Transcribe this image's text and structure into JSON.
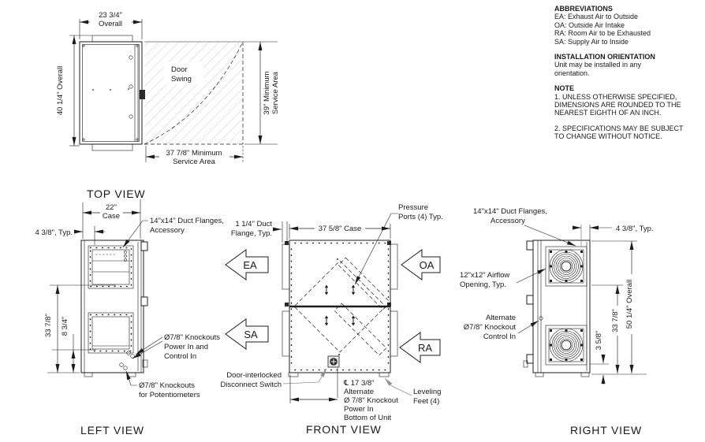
{
  "notes": {
    "abbreviations_title": "ABBREVIATIONS",
    "abbreviations": [
      "EA: Exhaust Air to Outside",
      "OA: Outside Air Intake",
      "RA: Room Air to be Exhausted",
      "SA: Supply Air to Inside"
    ],
    "installation_title": "INSTALLATION ORIENTATION",
    "installation": [
      "Unit may be installed in any",
      "orientation."
    ],
    "note_title": "NOTE",
    "note1": [
      "1. UNLESS OTHERWISE SPECIFIED,",
      "DIMENSIONS ARE ROUNDED TO THE",
      "NEAREST EIGHTH OF AN INCH."
    ],
    "note2": [
      "2. SPECIFICATIONS MAY BE SUBJECT",
      "TO CHANGE WITHOUT NOTICE."
    ]
  },
  "top_view": {
    "title": "TOP VIEW",
    "dim_overall_width": [
      "23 3/4\"",
      "Overall"
    ],
    "dim_overall_depth": "40 1/4\" Overall",
    "door_swing": [
      "Door",
      "Swing"
    ],
    "dim_service_right": [
      "39\" Minimum",
      "Service Area"
    ],
    "dim_service_bottom": [
      "37 7/8\" Minimum",
      "Service Area"
    ]
  },
  "left_view": {
    "title": "LEFT VIEW",
    "dim_case": [
      "22\"",
      "Case"
    ],
    "dim_flange_offset": "4 3/8\", Typ.",
    "callout_duct_flanges": [
      "14\"x14\" Duct Flanges,",
      "Accessory"
    ],
    "dim_33": "33 7/8\"",
    "dim_8": "8 3/4\"",
    "callout_knockouts_power": [
      "Ø7/8\" Knockouts",
      "Power In and",
      "Control In"
    ],
    "callout_knockouts_pot": [
      "Ø7/8\" Knockouts",
      "for Potentiometers"
    ]
  },
  "front_view": {
    "title": "FRONT VIEW",
    "dim_duct_flange": [
      "1 1/4\" Duct",
      "Flange, Typ."
    ],
    "dim_case": "37 5/8\" Case",
    "callout_pressure": [
      "Pressure",
      "Ports (4) Typ."
    ],
    "arrow_ea": "EA",
    "arrow_oa": "OA",
    "arrow_sa": "SA",
    "arrow_ra": "RA",
    "callout_disconnect": [
      "Door-interlocked",
      "Disconnect Switch"
    ],
    "callout_alt_knockout": [
      "℄ 17 3/8\"",
      "Alternate",
      "Ø 7/8\" Knockout",
      "Power In",
      "Bottom of Unit"
    ],
    "callout_leveling": [
      "Leveling",
      "Feet (4)"
    ]
  },
  "right_view": {
    "title": "RIGHT VIEW",
    "callout_duct_flanges": [
      "14\"x14\" Duct Flanges,",
      "Accessory"
    ],
    "dim_flange_offset": "4 3/8\", Typ.",
    "callout_airflow": [
      "12\"x12\" Airflow",
      "Opening, Typ."
    ],
    "callout_alt_knockout": [
      "Alternate",
      "Ø7/8\" Knockout",
      "Control In"
    ],
    "dim_3": "3 5/8\"",
    "dim_33": "33 7/8\"",
    "dim_overall": "50 1/4\" Overall"
  },
  "colors": {
    "line": "#1c1c1c",
    "leader_gray": "#8f8f8f",
    "hatch": "#c6c6c6",
    "background": "#ffffff"
  }
}
